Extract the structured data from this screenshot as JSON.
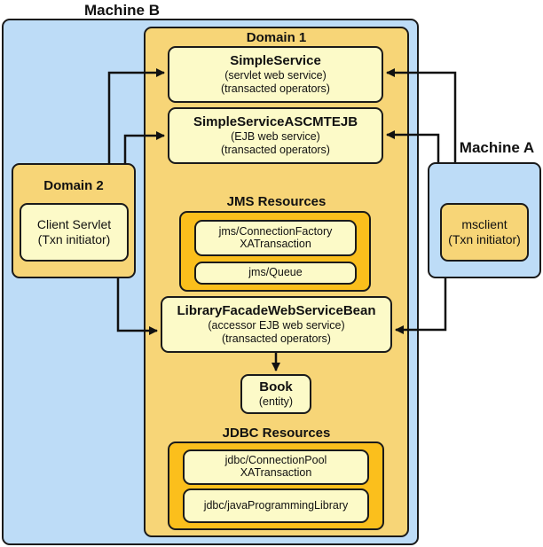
{
  "machine_b": {
    "label": "Machine B"
  },
  "machine_a": {
    "label": "Machine A"
  },
  "domain1": {
    "label": "Domain 1",
    "simple_service": {
      "title": "SimpleService",
      "line1": "(servlet web service)",
      "line2": "(transacted operators)"
    },
    "simple_service_ascmtejb": {
      "title": "SimpleServiceASCMTEJB",
      "line1": "(EJB web service)",
      "line2": "(transacted operators)"
    },
    "jms_resources": {
      "label": "JMS Resources",
      "items": [
        {
          "line1": "jms/ConnectionFactory",
          "line2": "XATransaction"
        },
        {
          "line1": "jms/Queue"
        }
      ]
    },
    "library_facade": {
      "title": "LibraryFacadeWebServiceBean",
      "line1": "(accessor EJB web service)",
      "line2": "(transacted operators)"
    },
    "book": {
      "title": "Book",
      "line1": "(entity)"
    },
    "jdbc_resources": {
      "label": "JDBC Resources",
      "items": [
        {
          "line1": "jdbc/ConnectionPool",
          "line2": "XATransaction"
        },
        {
          "line1": "jdbc/javaProgrammingLibrary"
        }
      ]
    }
  },
  "domain2": {
    "label": "Domain 2",
    "client": {
      "line1": "Client Servlet",
      "line2": "(Txn initiator)"
    }
  },
  "machine_a_client": {
    "line1": "msclient",
    "line2": "(Txn initiator)"
  },
  "colors": {
    "machine": "#bddcf7",
    "domain": "#f7d577",
    "resource_group": "#fbbf1c",
    "component": "#fcfac8",
    "stroke": "#1a1a1a"
  }
}
